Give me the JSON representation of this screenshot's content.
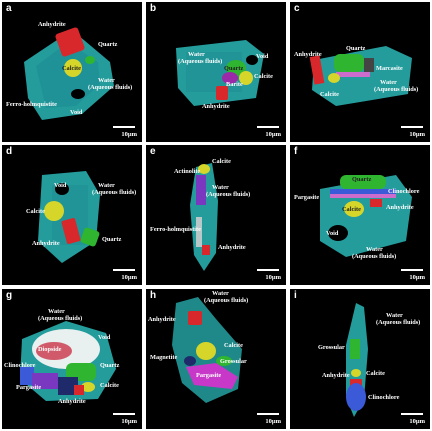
{
  "scale_text": "10μm",
  "panels": [
    {
      "letter": "a",
      "labels": {
        "anhydrite": "Anhydrite",
        "quartz": "Quartz",
        "calcite": "Calcite",
        "water": "Water",
        "fluids": "(Aqueous fluids)",
        "ferro": "Ferro-holmquistite",
        "void": "Void"
      }
    },
    {
      "letter": "b",
      "labels": {
        "water": "Water",
        "fluids": "(Aqueous fluids)",
        "void": "Void",
        "quartz": "Quartz",
        "calcite": "Calcite",
        "barite": "Barite",
        "anhydrite": "Anhydrite"
      }
    },
    {
      "letter": "c",
      "labels": {
        "quartz": "Quartz",
        "anhydrite": "Anhydrite",
        "marcasite": "Marcasite",
        "calcite": "Calcite",
        "water": "Water",
        "fluids": "(Aqueous fluids)"
      }
    },
    {
      "letter": "d",
      "labels": {
        "void": "Void",
        "water": "Water",
        "fluids": "(Aqueous fluids)",
        "calcite": "Calcite",
        "anhydrite": "Anhydrite",
        "quartz": "Quartz"
      }
    },
    {
      "letter": "e",
      "labels": {
        "calcite": "Calcite",
        "actinolite": "Actinolite",
        "water": "Water",
        "fluids": "(Aqueous fluids)",
        "ferro": "Ferro-holmquistite",
        "anhydrite": "Anhydrite"
      }
    },
    {
      "letter": "f",
      "labels": {
        "quartz": "Quartz",
        "clinochlore": "Clinochlore",
        "pargasite": "Pargasite",
        "calcite": "Calcite",
        "anhydrite": "Anhydrite",
        "void": "Void",
        "water": "Water",
        "fluids": "(Aqueous fluids)"
      }
    },
    {
      "letter": "g",
      "labels": {
        "water": "Water",
        "fluids": "(Aqueous fluids)",
        "void": "Void",
        "diopside": "Diopside",
        "quartz": "Quartz",
        "clinochlore": "Clinochlore",
        "pargasite": "Pargasite",
        "calcite": "Calcite",
        "anhydrite": "Anhydrite"
      }
    },
    {
      "letter": "h",
      "labels": {
        "water": "Water",
        "fluids": "(Aqueous fluids)",
        "anhydrite": "Anhydrite",
        "calcite": "Calcite",
        "magnetite": "Magnetite",
        "grossular": "Grossular",
        "pargasite": "Pargasite"
      }
    },
    {
      "letter": "i",
      "labels": {
        "water": "Water",
        "fluids": "(Aqueous fluids)",
        "grossular": "Grossular",
        "anhydrite": "Anhydrite",
        "calcite": "Calcite",
        "clinochlore": "Clinochlore"
      }
    }
  ]
}
